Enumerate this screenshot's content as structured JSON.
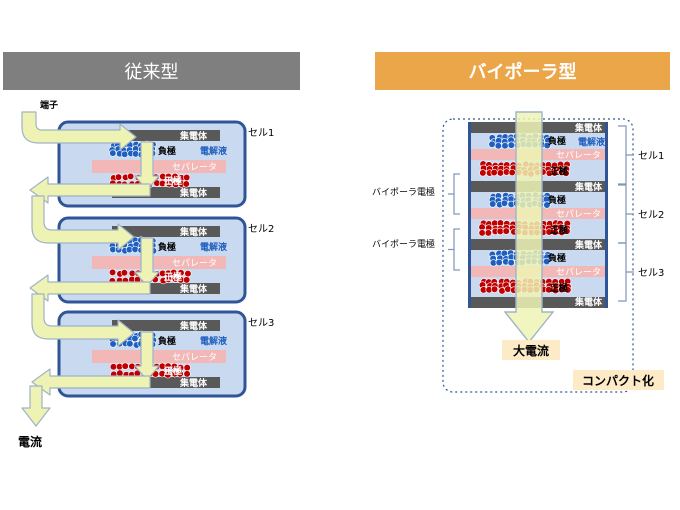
{
  "headers": {
    "left": "従来型",
    "right": "バイポーラ型"
  },
  "labels": {
    "terminal": "端子",
    "collector": "集電体",
    "anode": "負極",
    "cathode": "正極",
    "separator": "セパレータ",
    "electrolyte": "電解液",
    "current": "電流",
    "large_current": "大電流",
    "compact": "コンパクト化",
    "bipolar_electrode": "バイポーラ電極",
    "cells": [
      "セル1",
      "セル2",
      "セル3"
    ]
  },
  "colors": {
    "header_left": "#7f7f7f",
    "header_right": "#eca64a",
    "cell_fill": "#c9d9ef",
    "cell_border": "#2f5597",
    "collector": "#595959",
    "separator": "#f2b8b8",
    "anode": "#1f5fbf",
    "cathode": "#c00000",
    "arrow_fill": "#eef3b4",
    "arrow_stroke": "#9fb3c8",
    "label_box": "#fdebc8"
  }
}
